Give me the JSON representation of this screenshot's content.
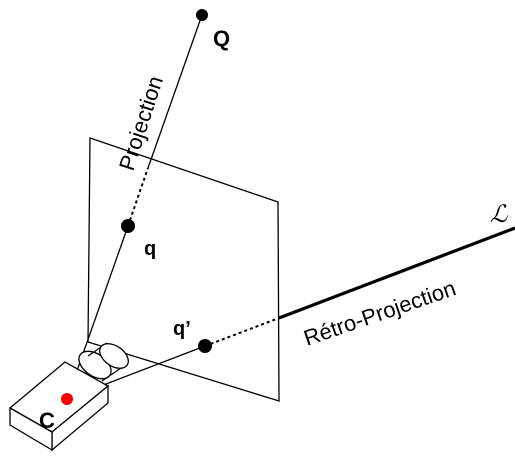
{
  "labels": {
    "point_Q": "Q",
    "point_q": "q",
    "point_q_prime": "q’",
    "point_C": "C",
    "line_L": "ℒ",
    "projection": "Projection",
    "retro_projection": "Rétro-Projection"
  },
  "colors": {
    "ink": "#000000",
    "camera_center": "#ff0000",
    "background": "#ffffff"
  }
}
